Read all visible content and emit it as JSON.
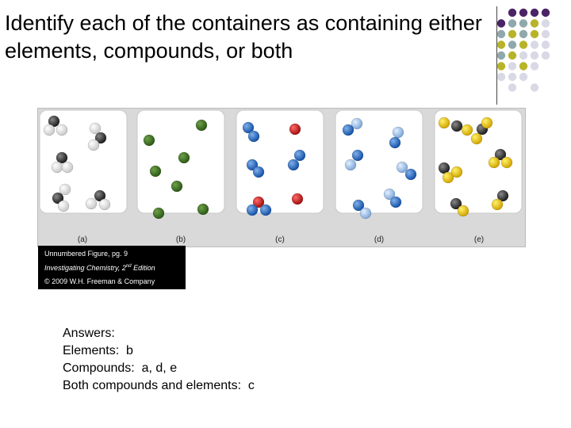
{
  "slide": {
    "title": "Identify each of the containers as containing either\nelements, compounds, or both",
    "figure": {
      "panel_labels": [
        "(a)",
        "(b)",
        "(c)",
        "(d)",
        "(e)"
      ]
    },
    "caption": {
      "line1": "Unnumbered Figure, pg. 9",
      "line2_prefix": "Investigating Chemistry, 2",
      "line2_sup": "nd",
      "line2_suffix": " Edition",
      "line3": "© 2009 W.H. Freeman & Company"
    },
    "answers": {
      "heading": "Answers:",
      "elements": "Elements:  b",
      "compounds": "Compounds:  a, d, e",
      "both": "Both compounds and elements:  c"
    }
  }
}
